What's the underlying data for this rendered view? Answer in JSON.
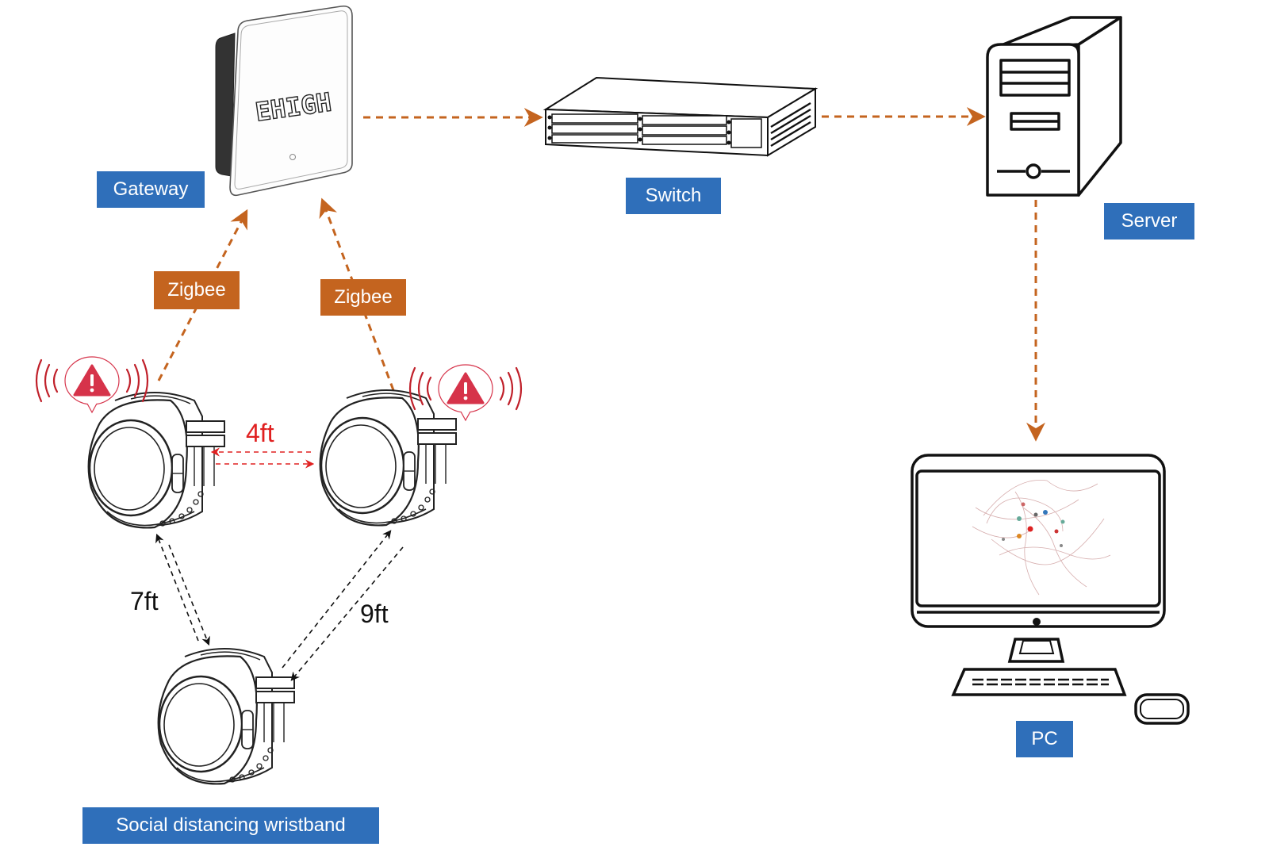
{
  "diagram": {
    "title": "Social distancing wristband system topology",
    "colors": {
      "label_blue": "#2f6fba",
      "label_orange": "#c4641f",
      "link_orange": "#c4641f",
      "alert_red": "#d6334a",
      "distance_red": "#e02020",
      "line_black": "#111111"
    },
    "nodes": [
      {
        "id": "gateway",
        "label": "Gateway",
        "icon": "gateway-device-icon",
        "brand": "EHIGH"
      },
      {
        "id": "switch",
        "label": "Switch",
        "icon": "network-switch-icon"
      },
      {
        "id": "server",
        "label": "Server",
        "icon": "server-tower-icon"
      },
      {
        "id": "pc",
        "label": "PC",
        "icon": "desktop-computer-icon"
      },
      {
        "id": "wristband",
        "label": "Social distancing wristband",
        "icon": "wristband-icon"
      }
    ],
    "links": [
      {
        "from": "wristband-left",
        "to": "gateway",
        "label": "Zigbee"
      },
      {
        "from": "wristband-right",
        "to": "gateway",
        "label": "Zigbee"
      },
      {
        "from": "gateway",
        "to": "switch",
        "label": ""
      },
      {
        "from": "switch",
        "to": "server",
        "label": ""
      },
      {
        "from": "server",
        "to": "pc",
        "label": ""
      }
    ],
    "distances": [
      {
        "between": [
          "wristband-left",
          "wristband-right"
        ],
        "label": "4ft",
        "alert": true
      },
      {
        "between": [
          "wristband-left",
          "wristband-bottom"
        ],
        "label": "7ft",
        "alert": false
      },
      {
        "between": [
          "wristband-right",
          "wristband-bottom"
        ],
        "label": "9ft",
        "alert": false
      }
    ],
    "alerts": [
      {
        "on": "wristband-left",
        "icon": "warning-triangle-icon"
      },
      {
        "on": "wristband-right",
        "icon": "warning-triangle-icon"
      }
    ]
  }
}
